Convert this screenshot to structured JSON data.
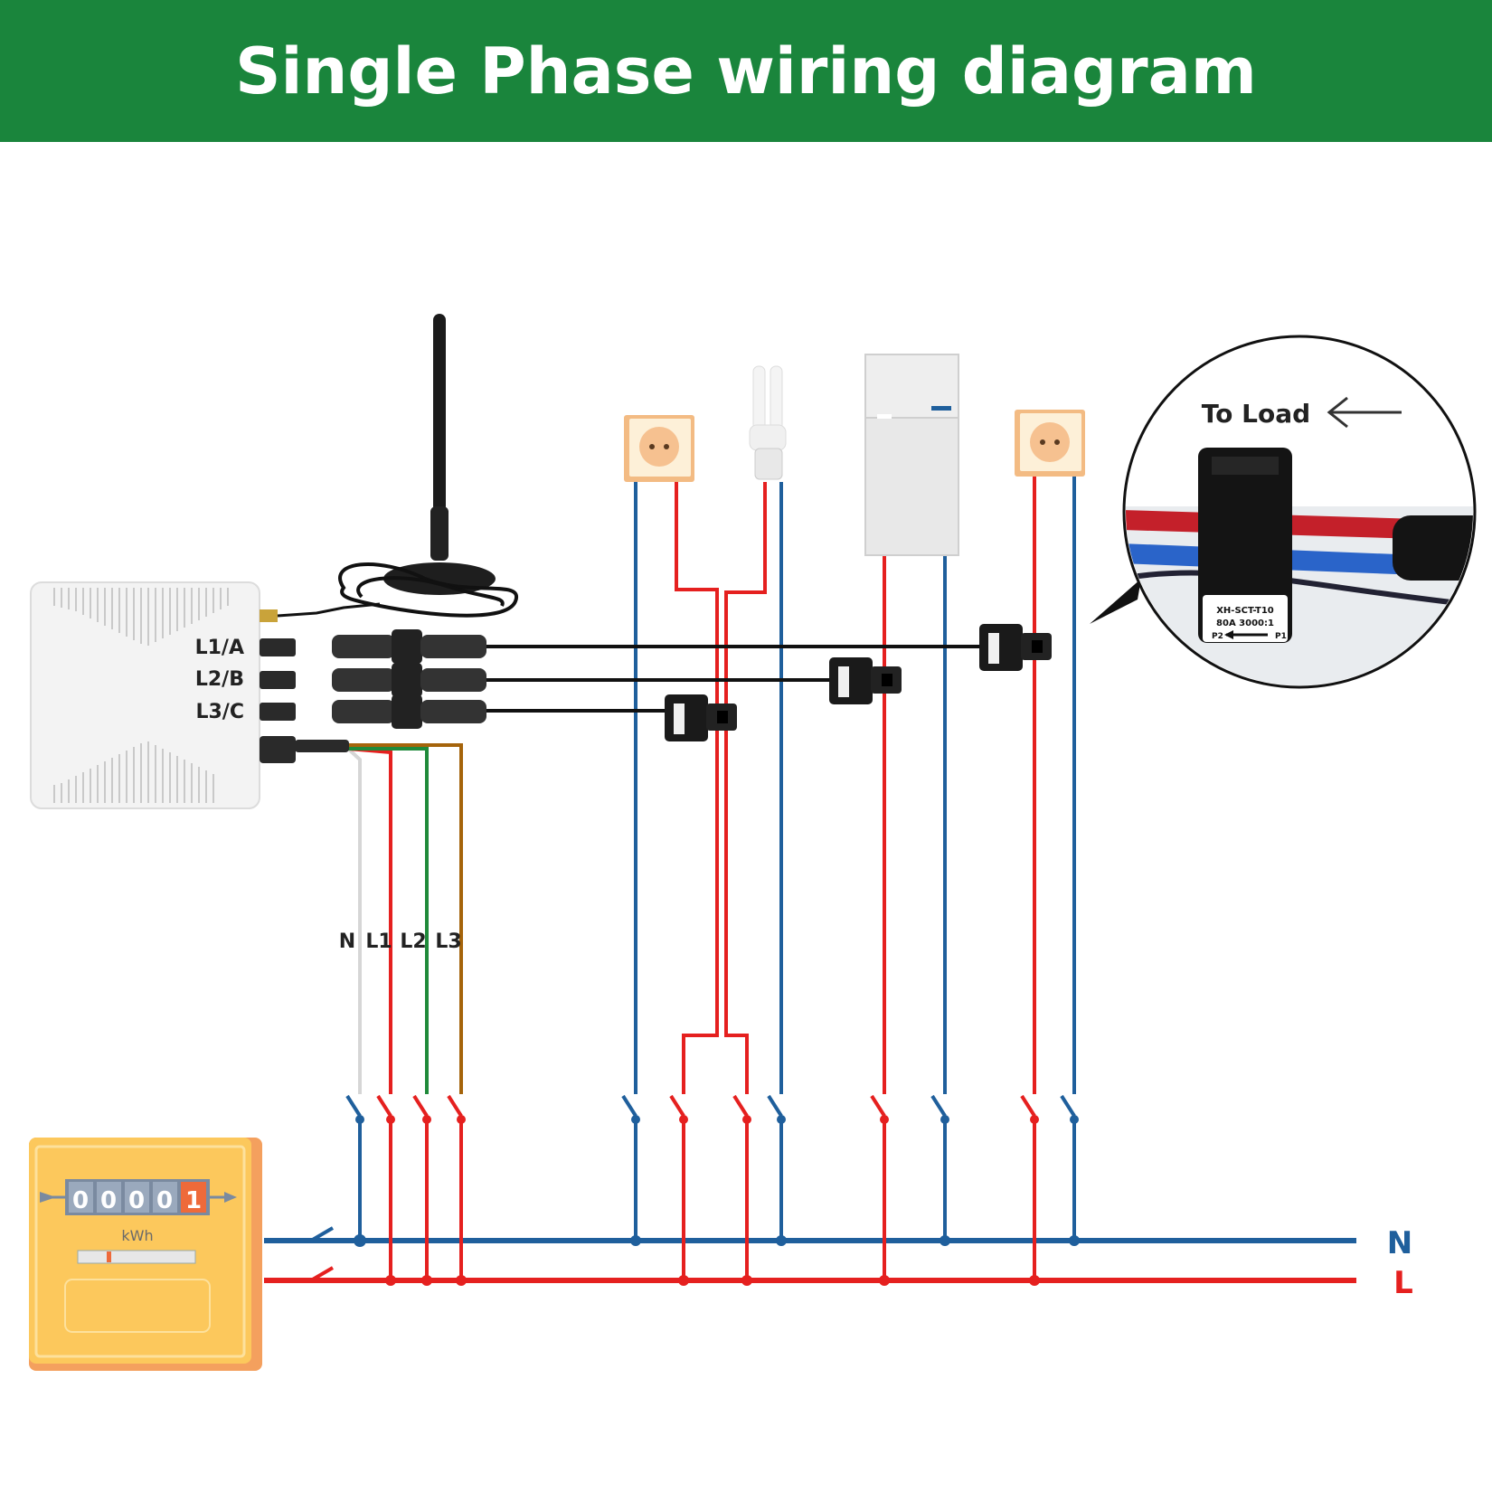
{
  "header": {
    "title": "Single Phase wiring diagram"
  },
  "device": {
    "ports": [
      "L1/A",
      "L2/B",
      "L3/C"
    ],
    "voltage_wires": [
      "N",
      "L1",
      "L2",
      "L3"
    ]
  },
  "meter": {
    "digits": [
      "0",
      "0",
      "0",
      "0",
      "1"
    ],
    "unit": "kWh"
  },
  "bus": {
    "neutral_label": "N",
    "live_label": "L"
  },
  "callout": {
    "direction_text": "To Load",
    "ct_label_lines": [
      "XH-SCT-T10",
      "80A 3000:1"
    ],
    "ct_p2": "P2",
    "ct_p1": "P1"
  },
  "colors": {
    "header_bg": "#1a853c",
    "neutral": "#1f5f9c",
    "live": "#e5201f",
    "wire_l2": "#1f8a3a",
    "wire_l3": "#a5640b",
    "wire_n": "#d6d6d6",
    "meter_body": "#fcc85c",
    "meter_edge": "#f4a05e",
    "outlet_edge": "#f3bb83",
    "outlet_face": "#fdf0d8",
    "outlet_hole": "#f6c190"
  }
}
